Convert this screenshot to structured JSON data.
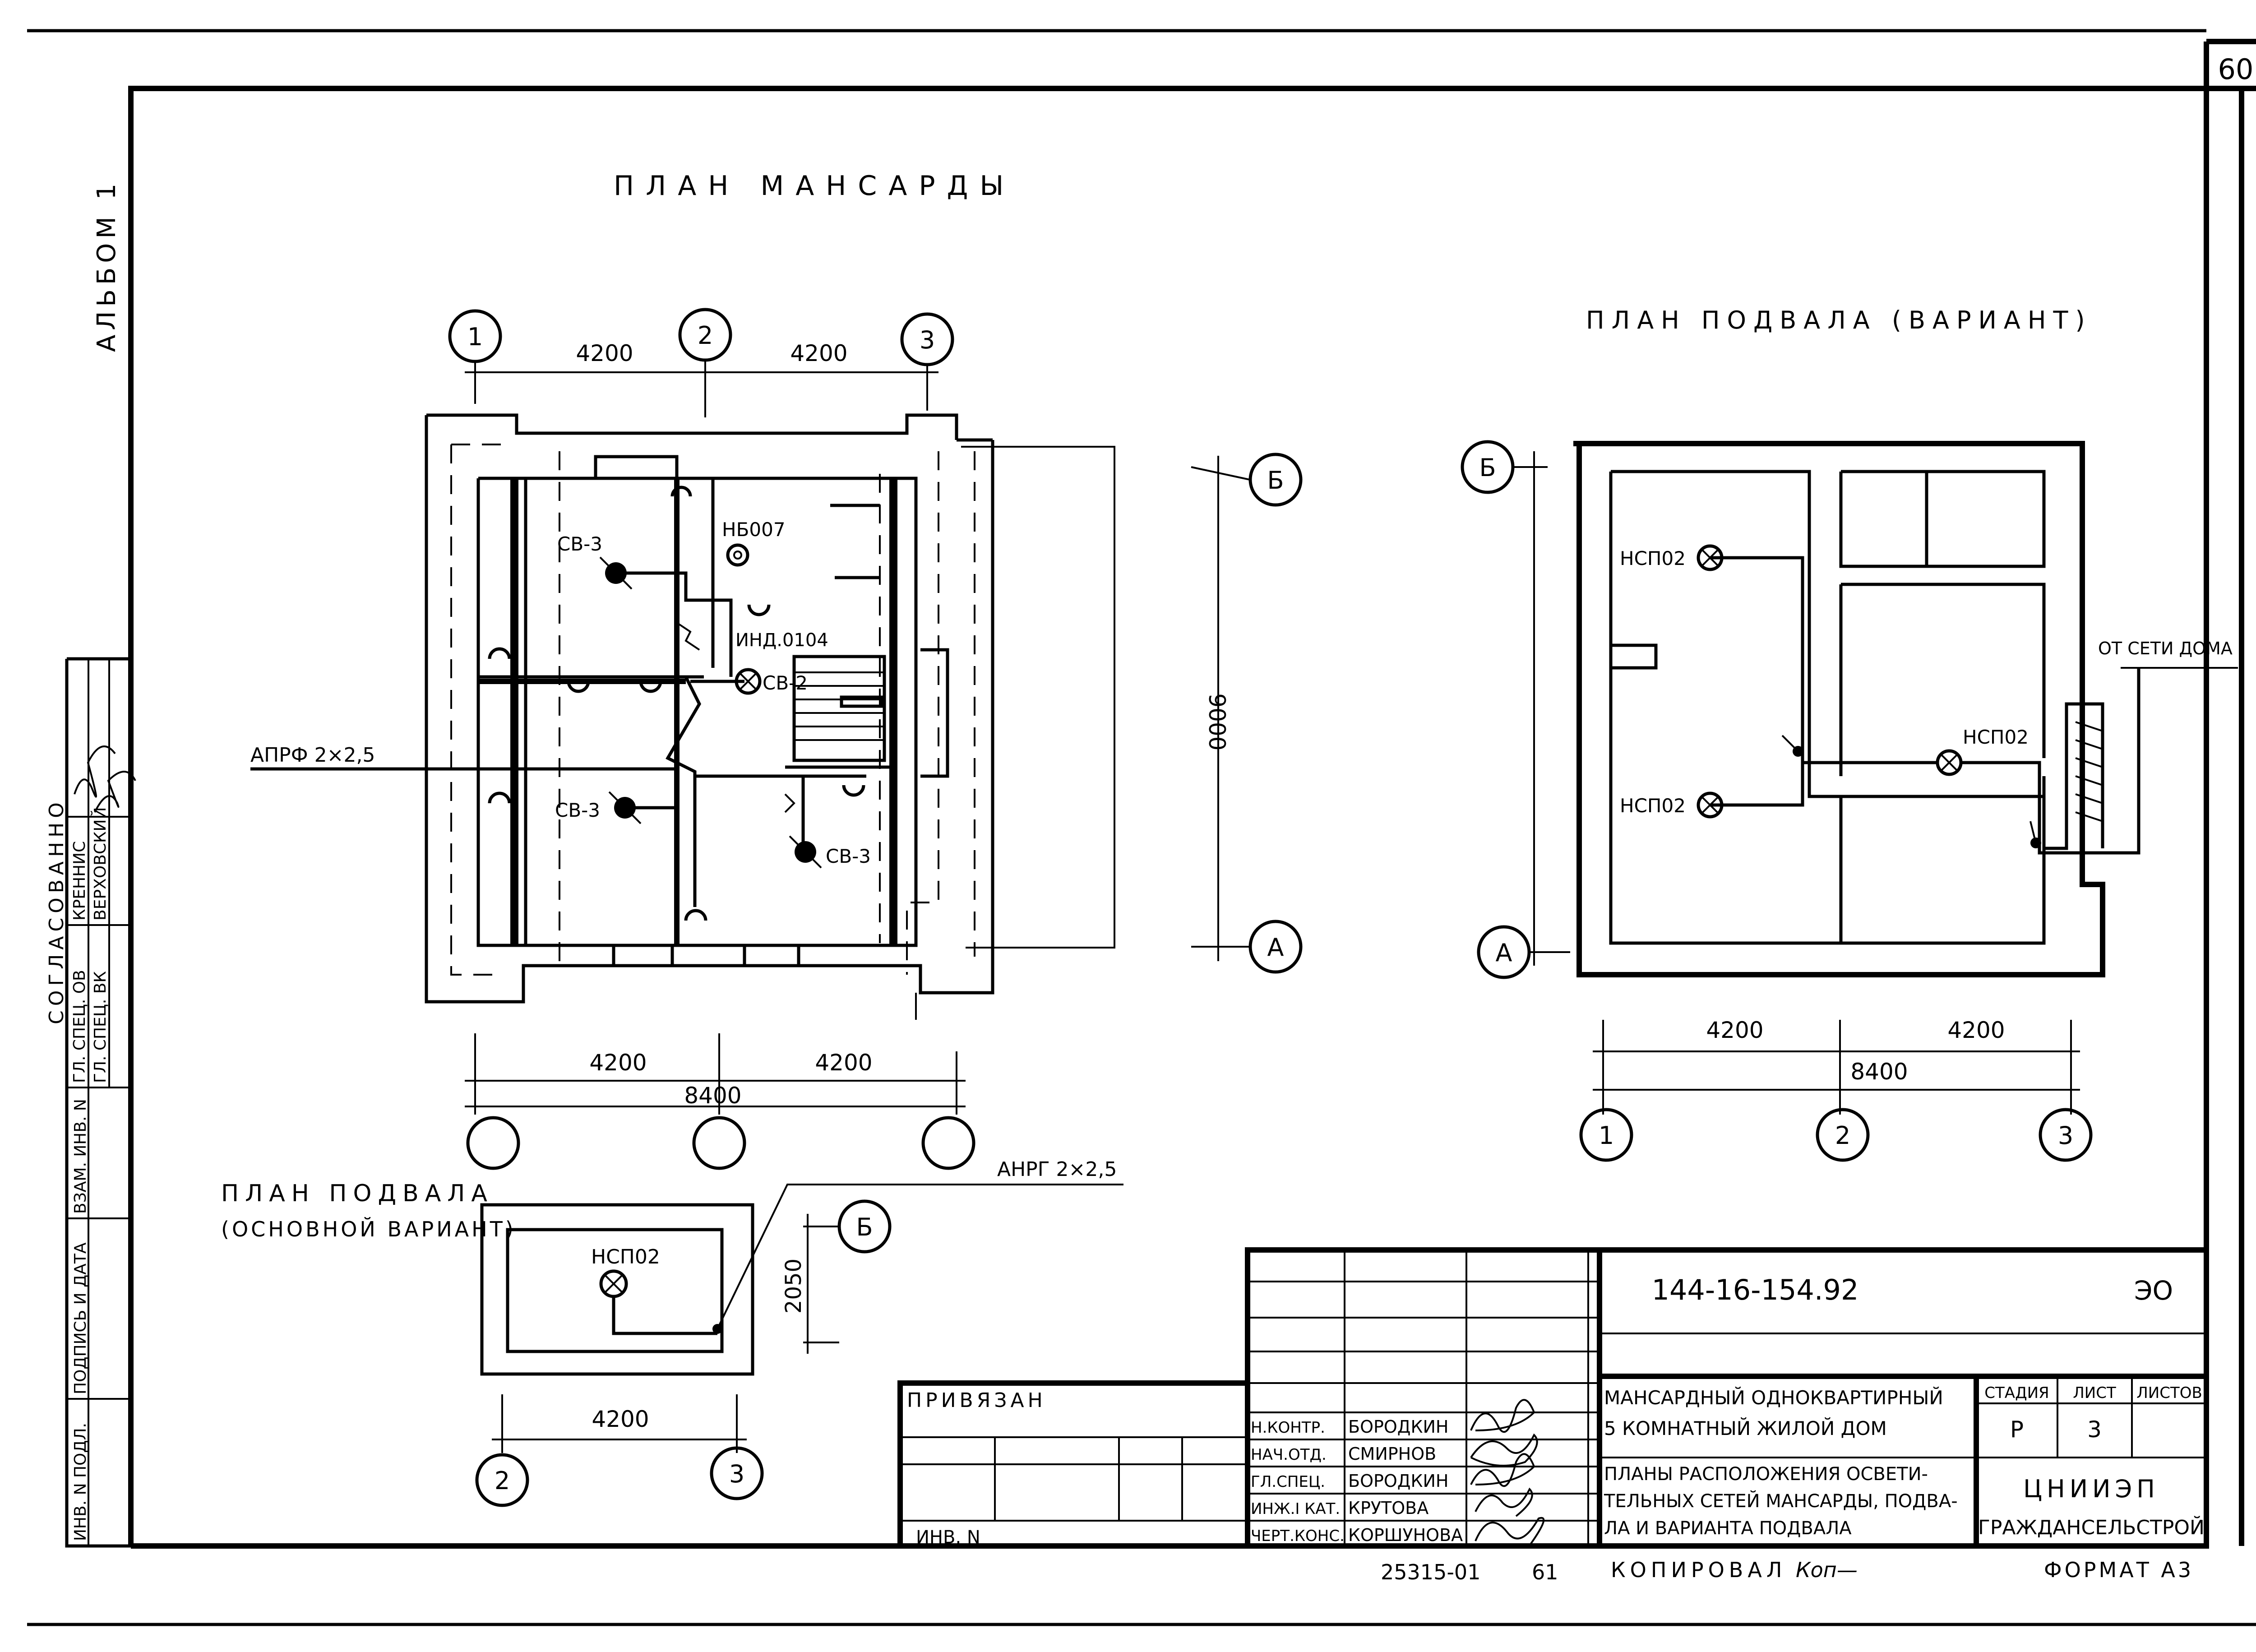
{
  "sheet": {
    "number": "60",
    "album": "АЛЬБОМ 1",
    "copied_by": "КОПИРОВАЛ",
    "copier_signature": "Коп—",
    "format": "ФОРМАТ А3",
    "archive_number": "25315-01",
    "archive_sheet": "61"
  },
  "attic_plan": {
    "title": "ПЛАН МАНСАРДЫ",
    "axes": {
      "a1": "1",
      "a2": "2",
      "a3": "3",
      "b": "Б",
      "a": "А"
    },
    "dims": {
      "top_left": "4200",
      "top_right": "4200",
      "vertical": "9000",
      "bottom_left": "4200",
      "bottom_right": "4200",
      "bottom_total": "8400"
    },
    "labels": {
      "sv3_top": "СВ-3",
      "nb007": "НБ007",
      "ind0104": "ИНД.0104",
      "sv2": "СВ-2",
      "sv3_left": "СВ-3",
      "sv3_right": "СВ-3",
      "cable": "АПРФ 2×2,5"
    }
  },
  "basement_variant_plan": {
    "title": "ПЛАН ПОДВАЛА (ВАРИАНТ)",
    "axes": {
      "b": "Б",
      "a": "А",
      "a1": "1",
      "a2": "2",
      "a3": "3"
    },
    "dims": {
      "left": "4200",
      "right": "4200",
      "total": "8400"
    },
    "labels": {
      "lamp_top": "НСП02",
      "lamp_bottom": "НСП02",
      "lamp_right": "НСП02",
      "from_network": "ОТ СЕТИ ДОМА"
    }
  },
  "basement_main_plan": {
    "title_line1": "ПЛАН ПОДВАЛА",
    "title_line2": "(ОСНОВНОЙ ВАРИАНТ)",
    "lamp": "НСП02",
    "cable": "АНРГ 2×2,5",
    "axes": {
      "b": "Б",
      "a2": "2",
      "a3": "3"
    },
    "dims": {
      "vertical": "2050",
      "horizontal": "4200"
    }
  },
  "approval_block": {
    "title": "СОГЛАСОВАННО",
    "rows": [
      {
        "role": "ГЛ. СПЕЦ. ОВ",
        "name": "КРЕННИС"
      },
      {
        "role": "ГЛ. СПЕЦ. ВК",
        "name": "ВЕРХОВСКИЙ"
      }
    ],
    "archive_columns": [
      "ИНВ. N ПОДЛ.",
      "ПОДПИСЬ И ДАТА",
      "ВЗАМ. ИНВ. N"
    ]
  },
  "title_block": {
    "document_code": "144-16-154.92",
    "section": "ЭО",
    "linked": "ПРИВЯЗАН",
    "inventory": "ИНВ. N",
    "staff": [
      {
        "role": "Н.КОНТР.",
        "name": "БОРОДКИН"
      },
      {
        "role": "НАЧ.ОТД.",
        "name": "СМИРНОВ"
      },
      {
        "role": "ГЛ.СПЕЦ.",
        "name": "БОРОДКИН"
      },
      {
        "role": "ИНЖ.I КАТ.",
        "name": "КРУТОВА"
      },
      {
        "role": "ЧЕРТ.КОНС.",
        "name": "КОРШУНОВА"
      }
    ],
    "project_line1": "МАНСАРДНЫЙ ОДНОКВАРТИРНЫЙ",
    "project_line2": "5 КОМНАТНЫЙ ЖИЛОЙ ДОМ",
    "sheet_title_line1": "ПЛАНЫ РАСПОЛОЖЕНИЯ ОСВЕТИ-",
    "sheet_title_line2": "ТЕЛЬНЫХ СЕТЕЙ МАНСАРДЫ, ПОДВА-",
    "sheet_title_line3": "ЛА И ВАРИАНТА ПОДВАЛА",
    "stage_header": "СТАДИЯ",
    "sheet_header": "ЛИСТ",
    "sheets_header": "ЛИСТОВ",
    "stage": "Р",
    "sheet": "3",
    "sheets": "",
    "organization_line1": "ЦНИИЭП",
    "organization_line2": "ГРАЖДАНСЕЛЬСТРОЙ"
  }
}
